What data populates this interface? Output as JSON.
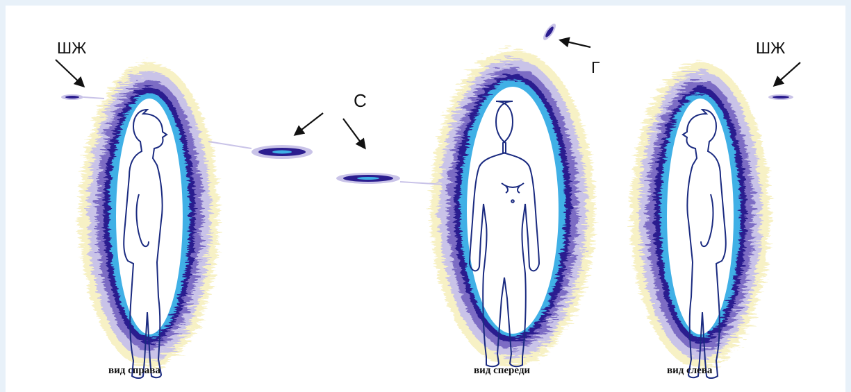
{
  "labels": {
    "marker_shzh": "ШЖ",
    "marker_s": "С",
    "marker_g": "Г"
  },
  "captions": {
    "right_view": "вид справа",
    "front_view": "вид спереди",
    "left_view": "вид слева"
  },
  "colors": {
    "page_background": "#e8f1f9",
    "aura_outer": "#c9c3e8",
    "aura_mid": "#7b6cc4",
    "aura_deep": "#2b1d8f",
    "aura_inner": "#3fb0e6",
    "aura_halo": "#f3e8a0",
    "figure_outline": "#1a2a80"
  }
}
